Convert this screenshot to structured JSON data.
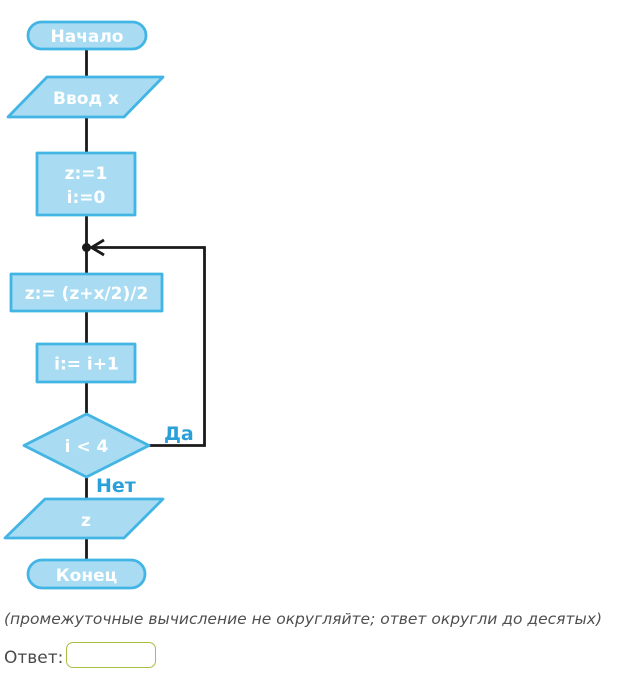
{
  "flowchart": {
    "nodes": {
      "start": "Начало",
      "input": "Ввод x",
      "init": [
        "z:=1",
        "i:=0"
      ],
      "z_update": "z:= (z+x/2)/2",
      "i_update": "i:= i+1",
      "condition": "i < 4",
      "output": "z",
      "end": "Конец"
    },
    "branch_labels": {
      "yes": "Да",
      "no": "Нет"
    },
    "colors": {
      "shape_fill": "#a9dcf2",
      "shape_stroke": "#42b5e4",
      "connector": "#1a1a1a",
      "shape_text": "#ffffff",
      "branch_label": "#2a9fd8",
      "answer_input_border": "#a6bf45"
    }
  },
  "note": "(промежуточные вычисление не округляйте; ответ округли до десятых)",
  "answer": {
    "label": "Ответ:",
    "value": ""
  }
}
